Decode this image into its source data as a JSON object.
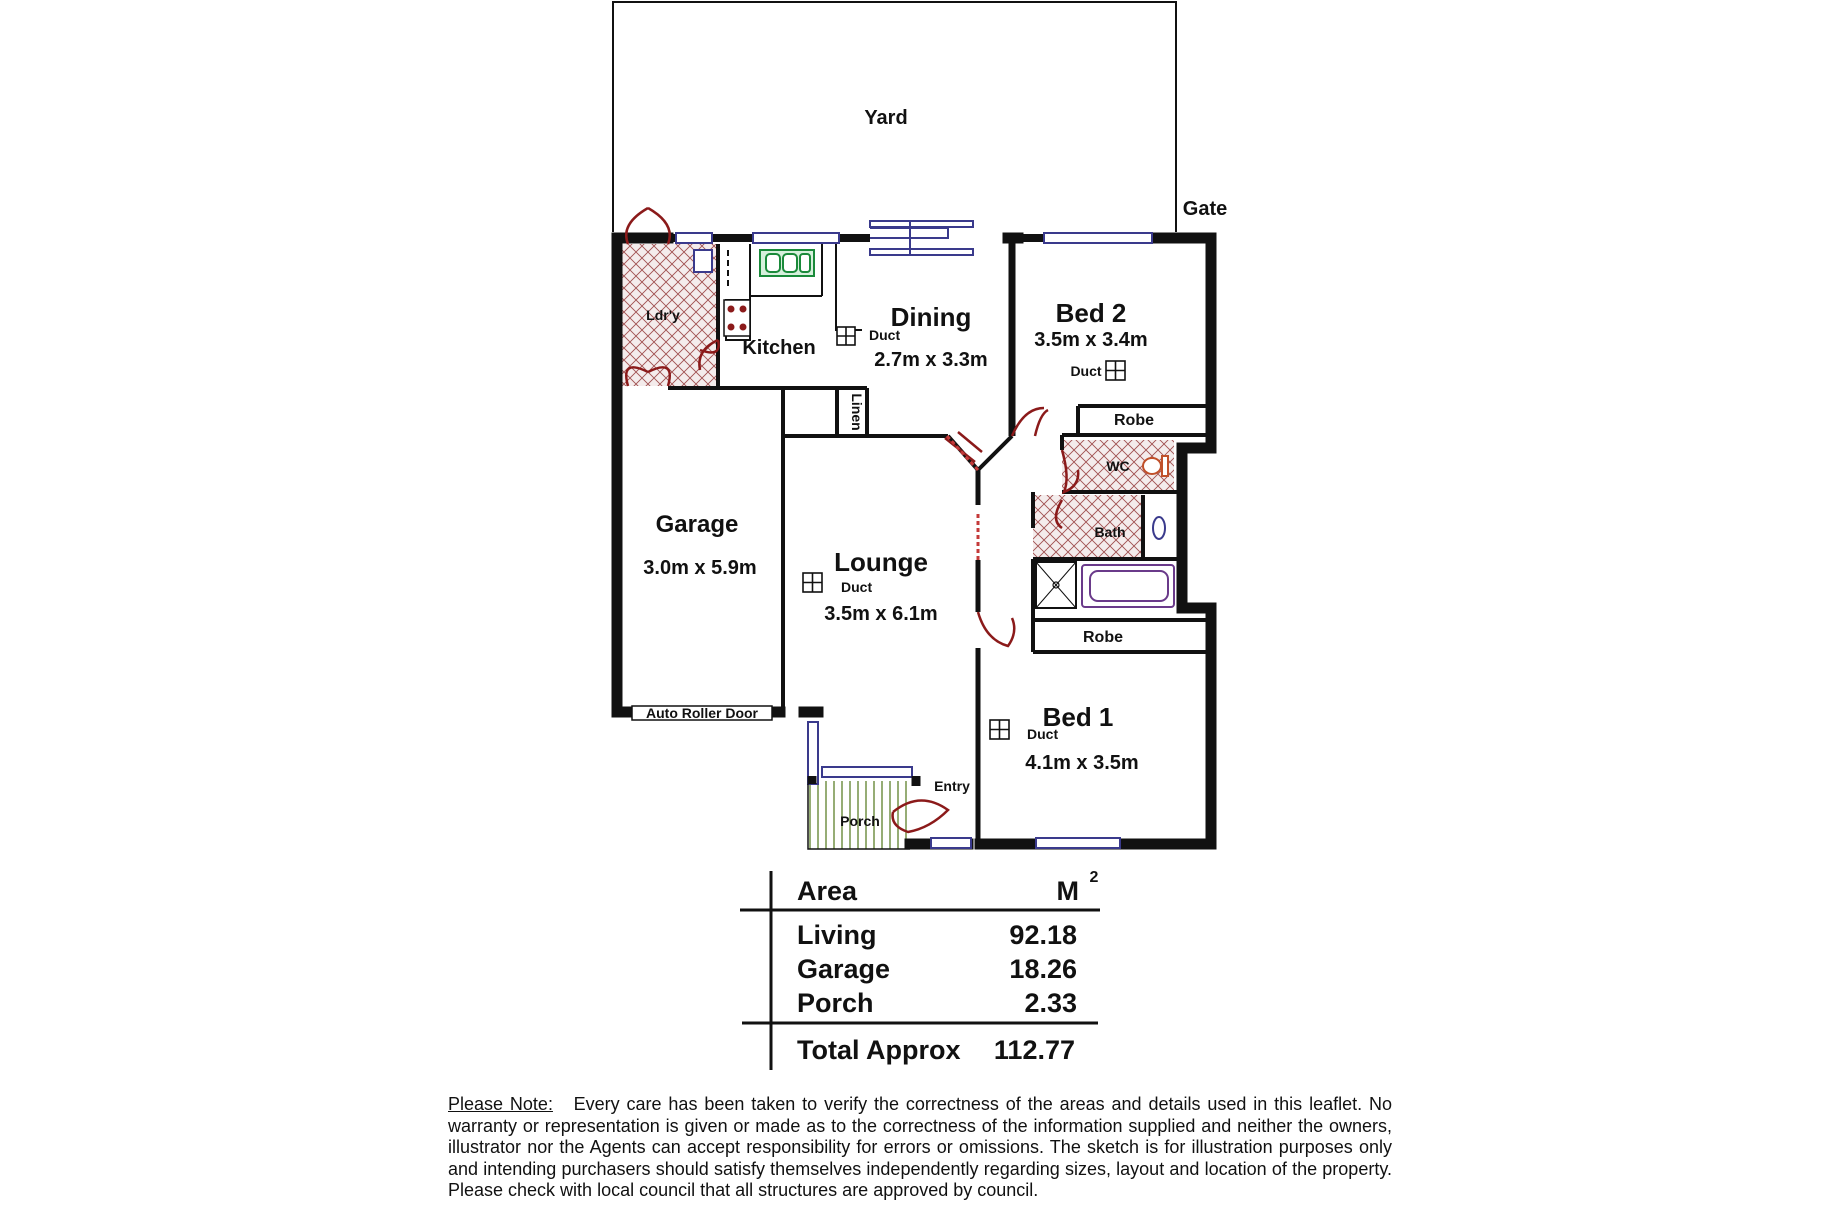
{
  "rooms": {
    "yard": "Yard",
    "gate": "Gate",
    "laundry": "Ldr'y",
    "kitchen": "Kitchen",
    "dining": {
      "name": "Dining",
      "size": "2.7m x 3.3m"
    },
    "bed2": {
      "name": "Bed 2",
      "size": "3.5m x 3.4m"
    },
    "robe_upper": "Robe",
    "wc": "WC",
    "bath": "Bath",
    "robe_lower": "Robe",
    "linen": "Linen",
    "garage": {
      "name": "Garage",
      "size": "3.0m x 5.9m"
    },
    "garage_door": "Auto Roller Door",
    "lounge": {
      "name": "Lounge",
      "size": "3.5m x 6.1m"
    },
    "bed1": {
      "name": "Bed 1",
      "size": "4.1m x 3.5m"
    },
    "entry": "Entry",
    "porch": "Porch",
    "duct": "Duct"
  },
  "area_table": {
    "header": "Area",
    "unit": "M",
    "unit_sup": "2",
    "rows": [
      {
        "label": "Living",
        "value": "92.18"
      },
      {
        "label": "Garage",
        "value": "18.26"
      },
      {
        "label": "Porch",
        "value": "2.33"
      }
    ],
    "total": {
      "label": "Total Approx",
      "value": "112.77"
    }
  },
  "note": {
    "heading": "Please Note:",
    "text": "Every care has been taken to verify the correctness of the areas and details used in this leaflet. No warranty or representation is given or made as to the correctness of the information supplied and neither the owners, illustrator nor the Agents can accept responsibility for errors or omissions. The sketch is for illustration purposes only and intending purchasers should satisfy themselves independently regarding sizes, layout and location of the property. Please check with local council that all structures are approved by council."
  },
  "colors": {
    "wall": "#111111",
    "door": "#8b1a1a",
    "window": "#3a3a8c",
    "hatch": "#a05050",
    "kitchen_sink": "#1a8a3a",
    "bath_tub": "#6a3a8a",
    "porch_stripe": "#6a8a3a"
  }
}
